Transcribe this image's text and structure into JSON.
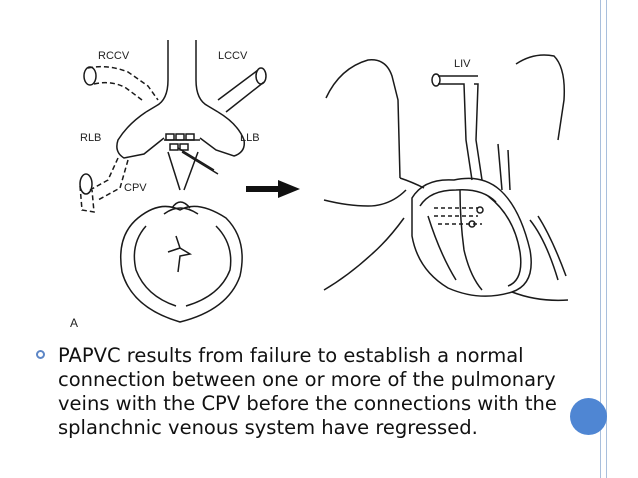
{
  "slide": {
    "figure": {
      "labels": {
        "rccv": "RCCV",
        "lccv": "LCCV",
        "rlb": "RLB",
        "llb": "LLB",
        "cpv": "CPV",
        "liv": "LIV",
        "panel": "A"
      },
      "icons": {
        "arrow": "right-arrow-icon"
      }
    },
    "bullet": {
      "text": "PAPVC results from failure to establish a normal connection between one or more of the pulmonary veins with the CPV before the connections with the splanchnic venous system have regressed."
    },
    "colors": {
      "accent": "#4f86d3",
      "rule": "#a9bfdc"
    }
  }
}
